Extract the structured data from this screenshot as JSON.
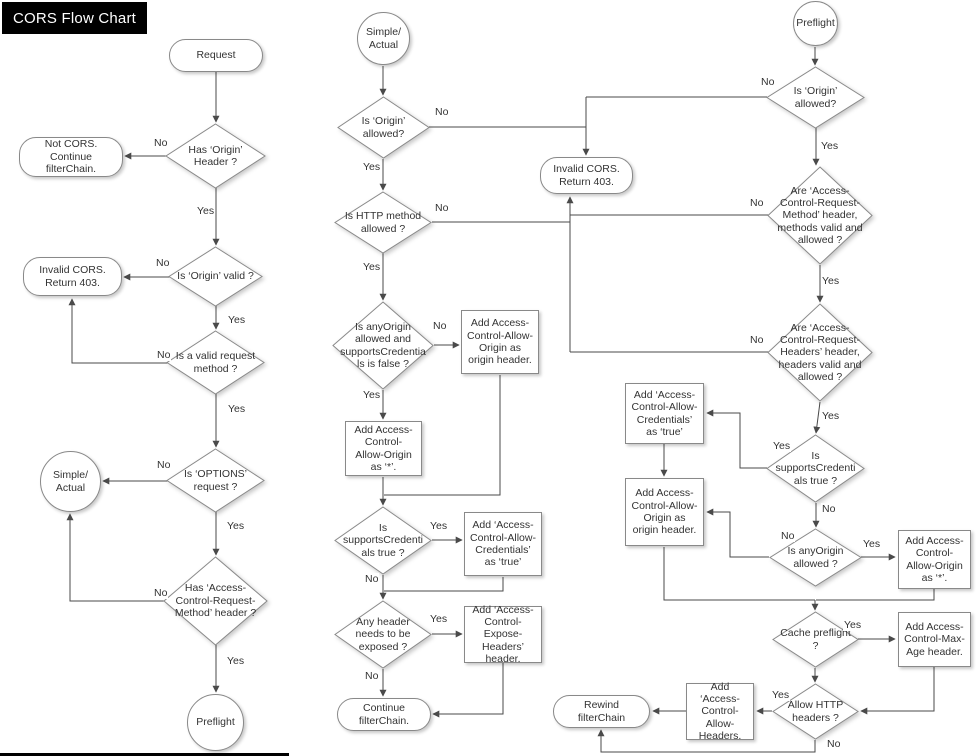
{
  "title": "CORS Flow Chart",
  "labels": {
    "yes": "Yes",
    "no": "No"
  },
  "nodes": {
    "request": "Request",
    "has_origin_header": "Has ‘Origin’ Header ?",
    "not_cors": "Not CORS. Continue filterChain.",
    "origin_valid": "Is ‘Origin’ valid ?",
    "invalid_cors_left": "Invalid CORS. Return 403.",
    "valid_request_method": "Is a valid request method ?",
    "options_request": "Is ‘OPTIONS’ request ?",
    "simple_actual_left": "Simple/ Actual",
    "has_acrm_header": "Has ‘Access-Control-Request-Method’ header ?",
    "preflight_left": "Preflight",
    "simple_actual_top": "Simple/ Actual",
    "origin_allowed_m": "Is ‘Origin’ allowed?",
    "invalid_cors_mid": "Invalid CORS. Return 403.",
    "http_method_allowed": "Is HTTP method allowed ?",
    "anyorigin_supports": "Is anyOrigin allowed and supportsCredentials is false ?",
    "add_acao_origin_m": "Add Access-Control-Allow-Origin as origin header.",
    "add_acao_star_m": "Add Access-Control-Allow-Origin as ‘*’.",
    "supports_cred_m": "Is supportsCredentials true ?",
    "add_acac_m": "Add ‘Access-Control-Allow-Credentials’ as ‘true’",
    "any_header_exposed": "Any header needs to be exposed ?",
    "add_aceh": "Add ‘Access-Control-Expose-Headers’ header.",
    "continue_filterchain": "Continue filterChain.",
    "preflight_top": "Preflight",
    "origin_allowed_r": "Is ‘Origin’ allowed?",
    "acrm_valid": "Are ‘Access-Control-Request-Method’ header, methods valid and allowed ?",
    "acrh_valid": "Are ‘Access-Control-Request-Headers’ header, headers valid and allowed ?",
    "supports_cred_r": "Is supportsCredentials true ?",
    "add_acac_r": "Add ‘Access-Control-Allow-Credentials’ as ‘true’",
    "add_acao_origin_r": "Add Access-Control-Allow-Origin as origin header.",
    "anyorigin_r": "Is anyOrigin allowed ?",
    "add_acao_star_r": "Add Access-Control-Allow-Origin as ‘*’.",
    "cache_preflight": "Cache preflight ?",
    "add_acma": "Add Access-Control-Max-Age header.",
    "allow_http_headers": "Allow HTTP headers ?",
    "add_acah": "Add ‘Access-Control-Allow-Headers.",
    "rewind_filterchain": "Rewind filterChain"
  }
}
